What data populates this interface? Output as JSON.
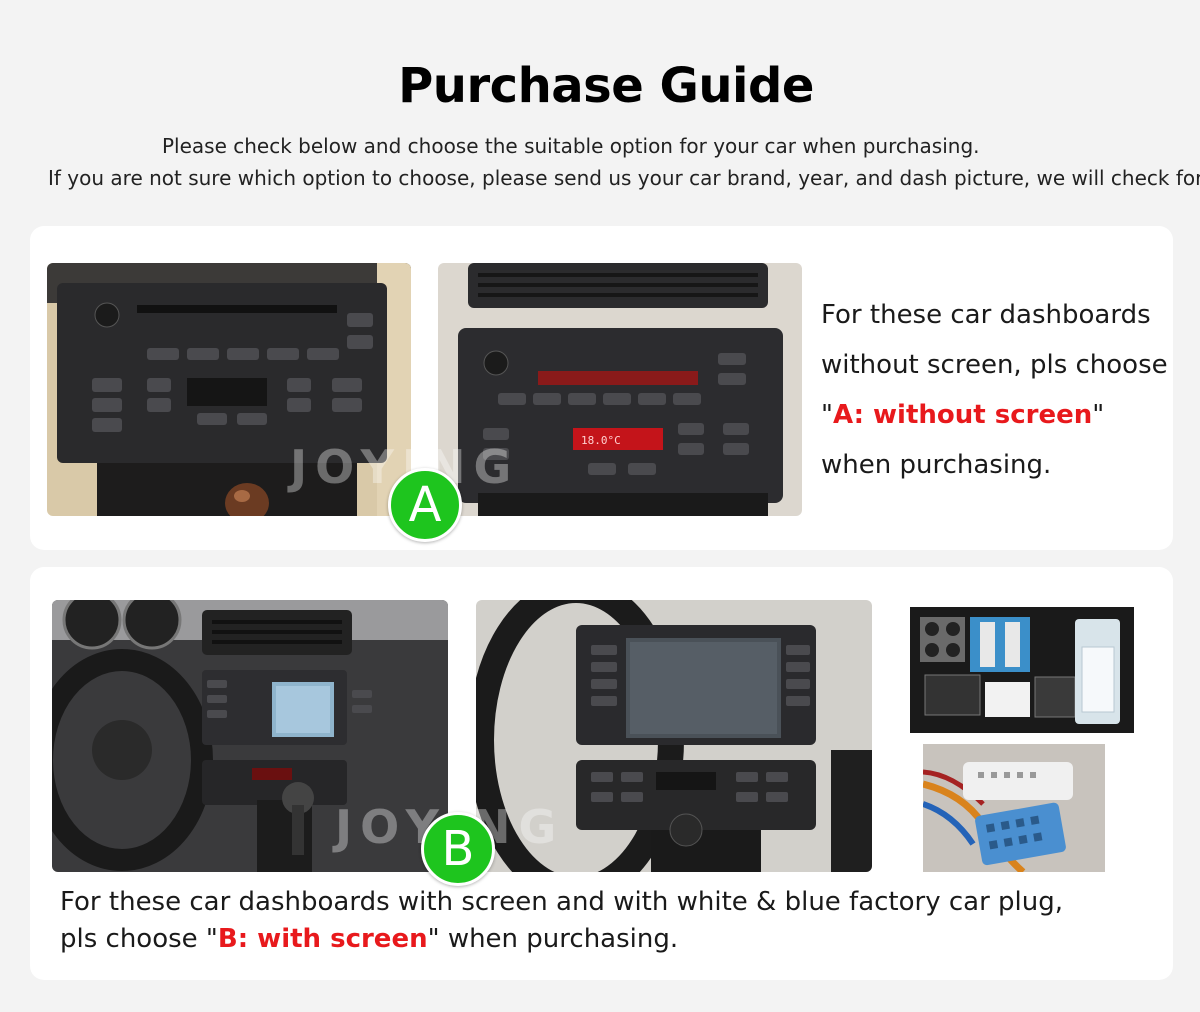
{
  "header": {
    "title": "Purchase Guide",
    "line1": "Please check below and choose the suitable option for your car when purchasing.",
    "line2": "If you are not sure which option to choose, please send us your car brand, year, and dash picture, we will check for you."
  },
  "option_a": {
    "badge": "A",
    "watermark": "JOYING",
    "line1": "For these car dashboards",
    "line2": "without screen, pls choose",
    "quote_open": "\"",
    "highlight": "A: without screen",
    "quote_close": "\"",
    "line4": "when purchasing.",
    "photo_labels": {
      "lcd": "18.0°C"
    }
  },
  "option_b": {
    "badge": "B",
    "watermark": "JOYING",
    "line1": "For these car dashboards with screen and with white & blue factory car plug,",
    "line2_prefix": "pls choose \"",
    "highlight": "B: with screen",
    "line2_suffix": "\" when purchasing."
  },
  "colors": {
    "accent_red": "#e8191c",
    "badge_green": "#1ec51e",
    "background": "#f3f3f3"
  }
}
